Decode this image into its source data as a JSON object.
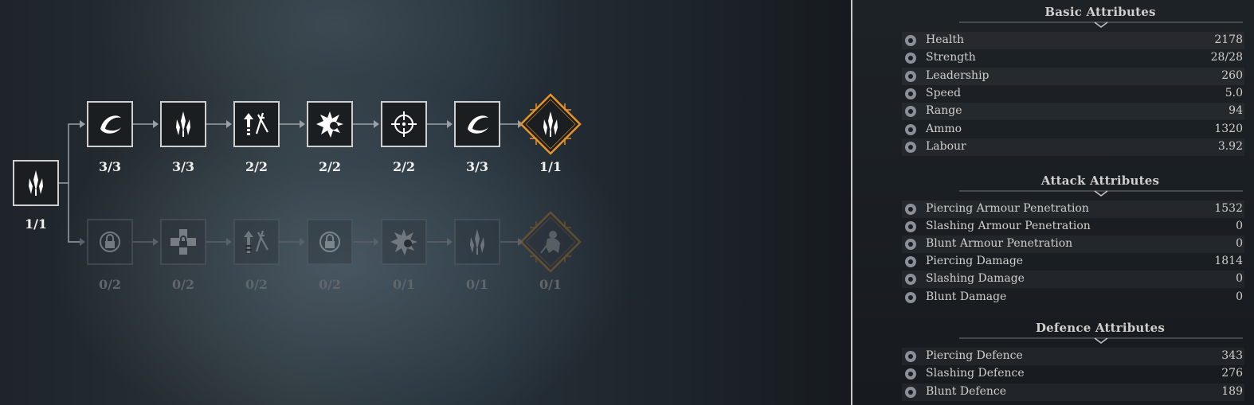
{
  "tree": {
    "root": {
      "icon": "spear-tip-icon",
      "count": "1/1"
    },
    "top_row": [
      {
        "icon": "crescent-slash-icon",
        "count": "3/3"
      },
      {
        "icon": "spear-tip-icon",
        "count": "3/3"
      },
      {
        "icon": "arrows-up-icon",
        "count": "2/2"
      },
      {
        "icon": "burst-icon",
        "count": "2/2"
      },
      {
        "icon": "crosshair-icon",
        "count": "2/2"
      },
      {
        "icon": "crescent-slash-icon",
        "count": "3/3"
      },
      {
        "icon": "spear-tip-icon",
        "count": "1/1",
        "highlighted": true
      }
    ],
    "bottom_row": [
      {
        "icon": "lock-icon",
        "count": "0/2"
      },
      {
        "icon": "medic-cross-lock-icon",
        "count": "0/2"
      },
      {
        "icon": "arrows-up-icon",
        "count": "0/2"
      },
      {
        "icon": "lock-icon",
        "count": "0/2"
      },
      {
        "icon": "burst-icon",
        "count": "0/1"
      },
      {
        "icon": "spear-tip-icon",
        "count": "0/1"
      },
      {
        "icon": "warrior-icon",
        "count": "0/1"
      }
    ],
    "accent_color": "#e8932a"
  },
  "panel": {
    "basic": {
      "title": "Basic Attributes",
      "rows": [
        {
          "icon": "health-icon",
          "label": "Health",
          "value": "2178"
        },
        {
          "icon": "strength-icon",
          "label": "Strength",
          "value": "28/28"
        },
        {
          "icon": "leadership-icon",
          "label": "Leadership",
          "value": "260"
        },
        {
          "icon": "speed-icon",
          "label": "Speed",
          "value": "5.0"
        },
        {
          "icon": "range-icon",
          "label": "Range",
          "value": "94"
        },
        {
          "icon": "ammo-icon",
          "label": "Ammo",
          "value": "1320"
        },
        {
          "icon": "labour-icon",
          "label": "Labour",
          "value": "3.92"
        }
      ]
    },
    "attack": {
      "title": "Attack Attributes",
      "rows": [
        {
          "icon": "piercing-penetration-icon",
          "label": "Piercing Armour Penetration",
          "value": "1532"
        },
        {
          "icon": "slashing-penetration-icon",
          "label": "Slashing Armour Penetration",
          "value": "0"
        },
        {
          "icon": "blunt-penetration-icon",
          "label": "Blunt Armour Penetration",
          "value": "0"
        },
        {
          "icon": "piercing-damage-icon",
          "label": "Piercing Damage",
          "value": "1814"
        },
        {
          "icon": "slashing-damage-icon",
          "label": "Slashing Damage",
          "value": "0"
        },
        {
          "icon": "blunt-damage-icon",
          "label": "Blunt Damage",
          "value": "0"
        }
      ]
    },
    "defence": {
      "title": "Defence Attributes",
      "rows": [
        {
          "icon": "piercing-defence-icon",
          "label": "Piercing Defence",
          "value": "343"
        },
        {
          "icon": "slashing-defence-icon",
          "label": "Slashing Defence",
          "value": "276"
        },
        {
          "icon": "blunt-defence-icon",
          "label": "Blunt Defence",
          "value": "189"
        }
      ]
    }
  }
}
